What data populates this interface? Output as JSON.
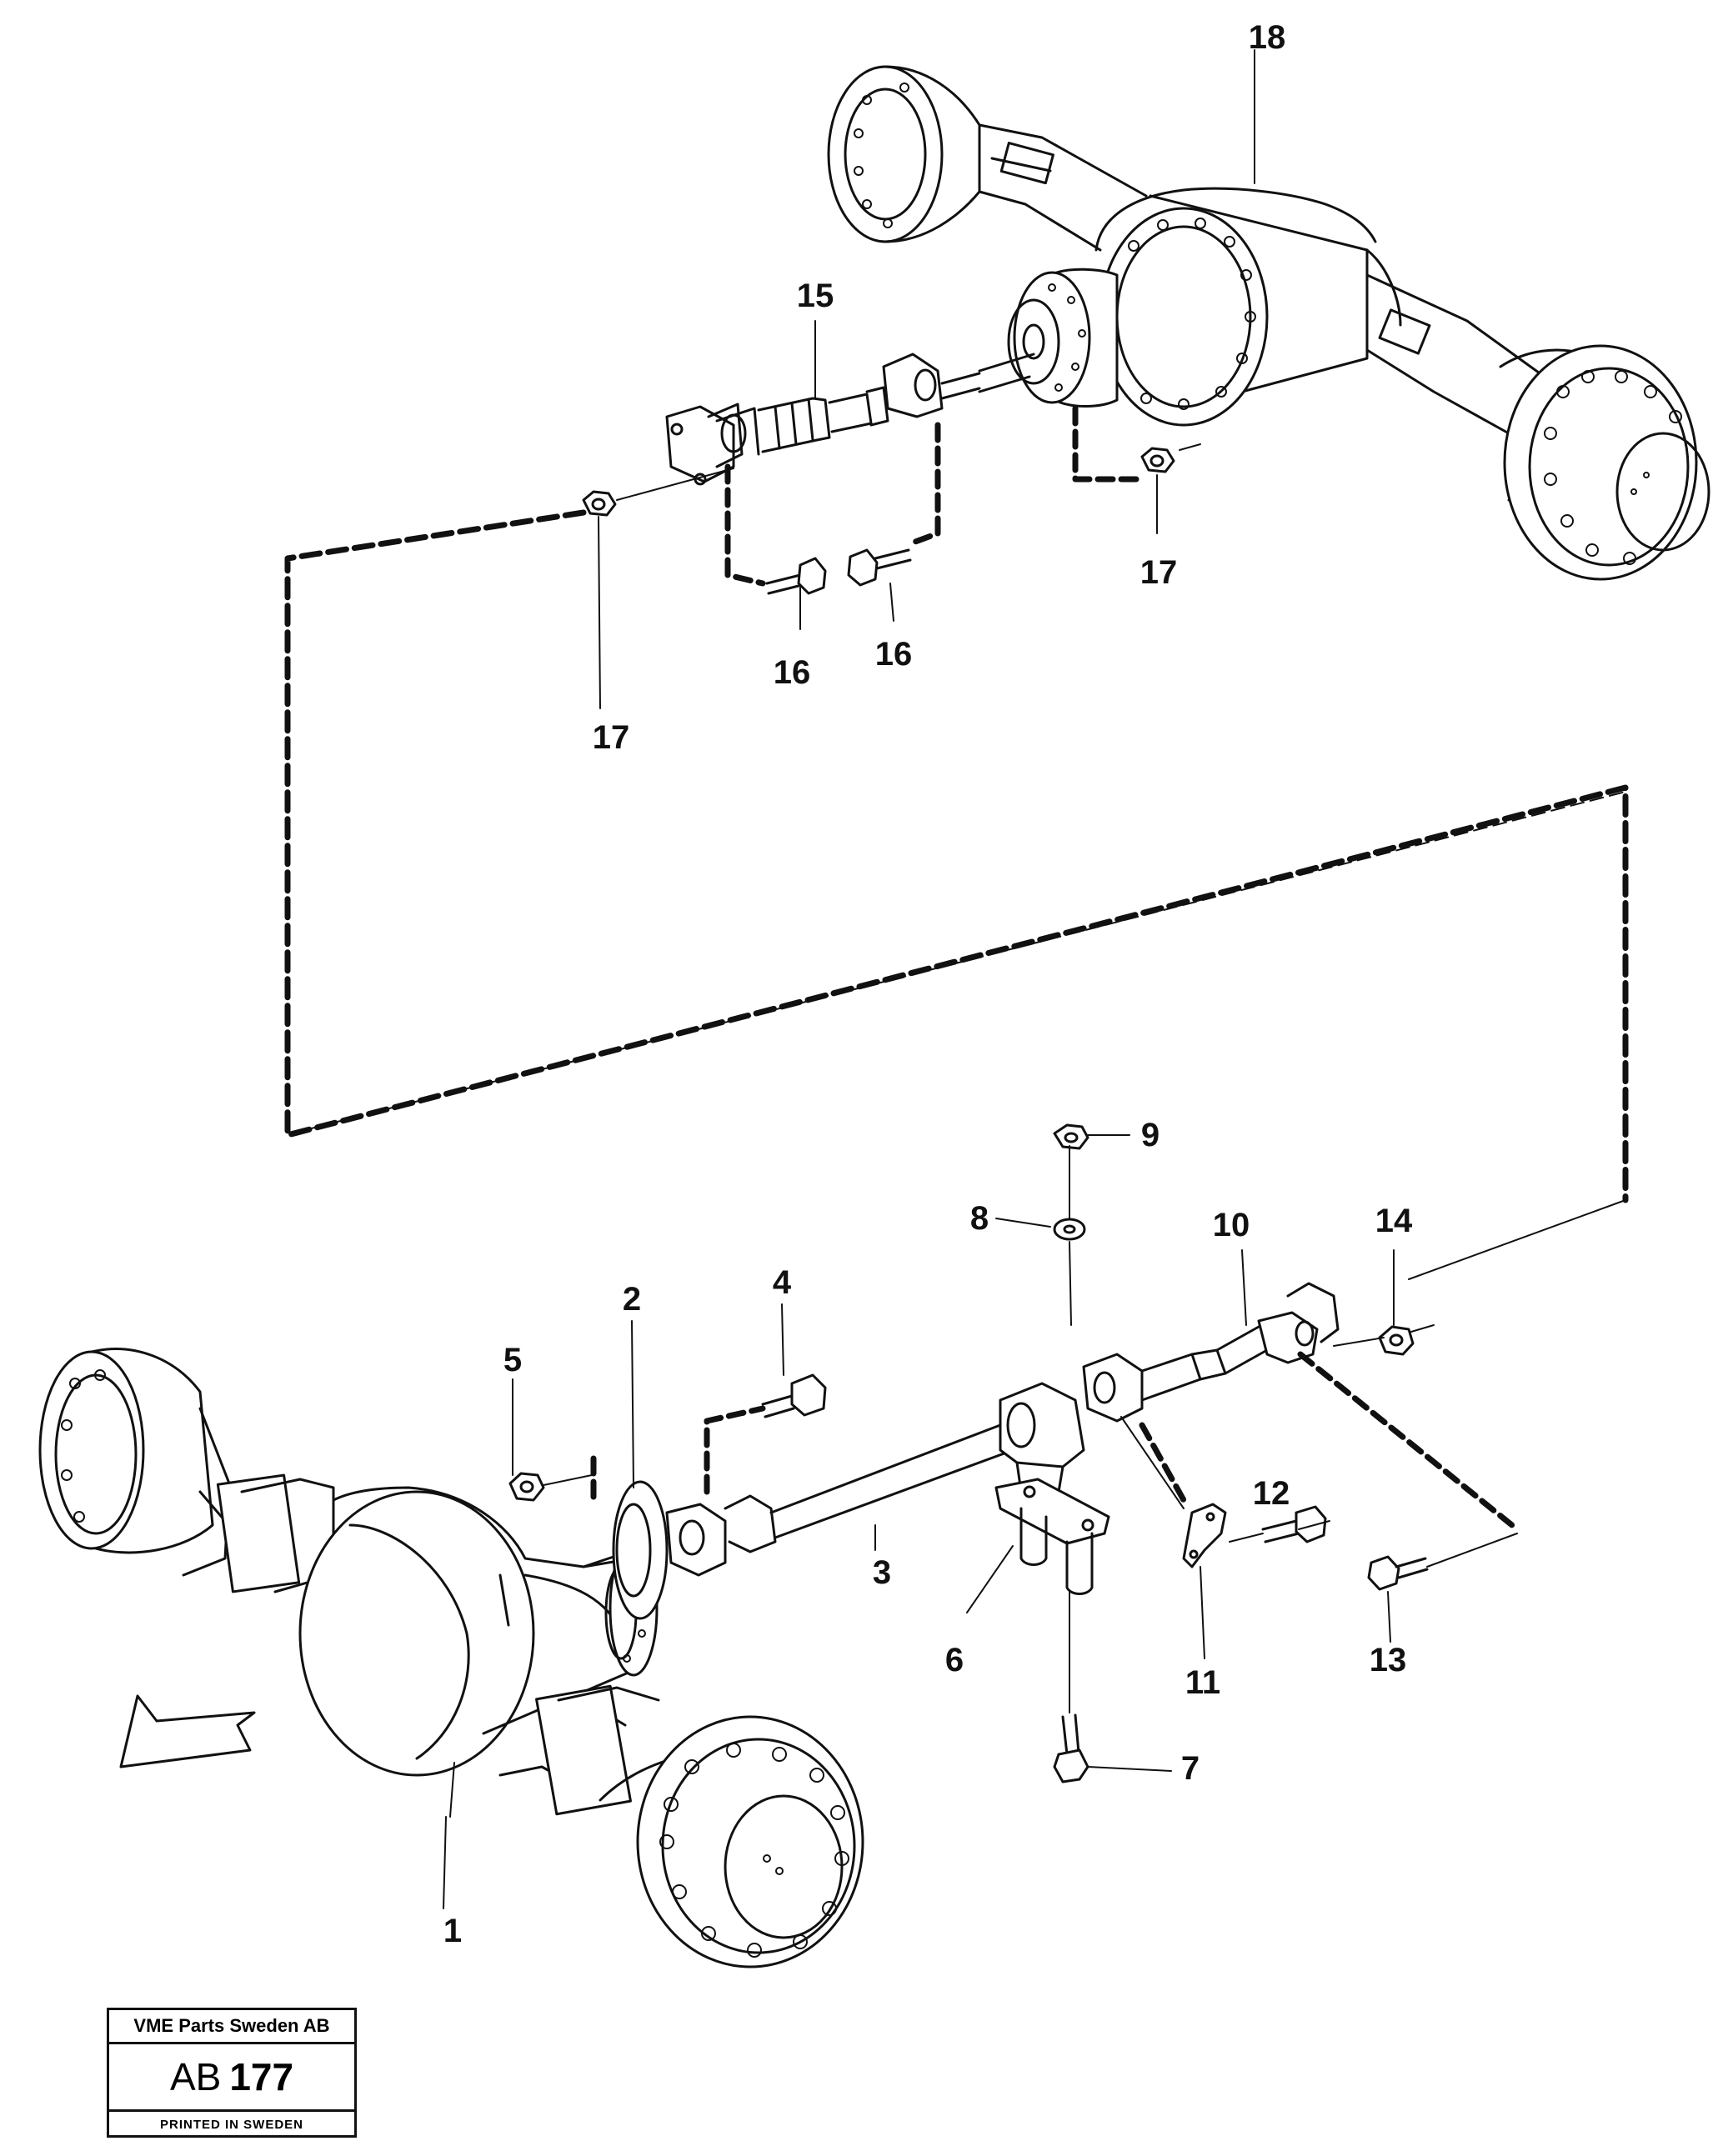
{
  "callouts": {
    "c1": "1",
    "c2": "2",
    "c3": "3",
    "c4": "4",
    "c5": "5",
    "c6": "6",
    "c7": "7",
    "c8": "8",
    "c9": "9",
    "c10": "10",
    "c11": "11",
    "c12": "12",
    "c13": "13",
    "c14": "14",
    "c15": "15",
    "c16a": "16",
    "c16b": "16",
    "c17a": "17",
    "c17b": "17",
    "c18": "18"
  },
  "stamp": {
    "company": "VME Parts Sweden AB",
    "code_prefix": "AB",
    "code_number": "177",
    "footer": "PRINTED IN SWEDEN"
  },
  "colors": {
    "ink": "#111111",
    "paper": "#ffffff"
  }
}
